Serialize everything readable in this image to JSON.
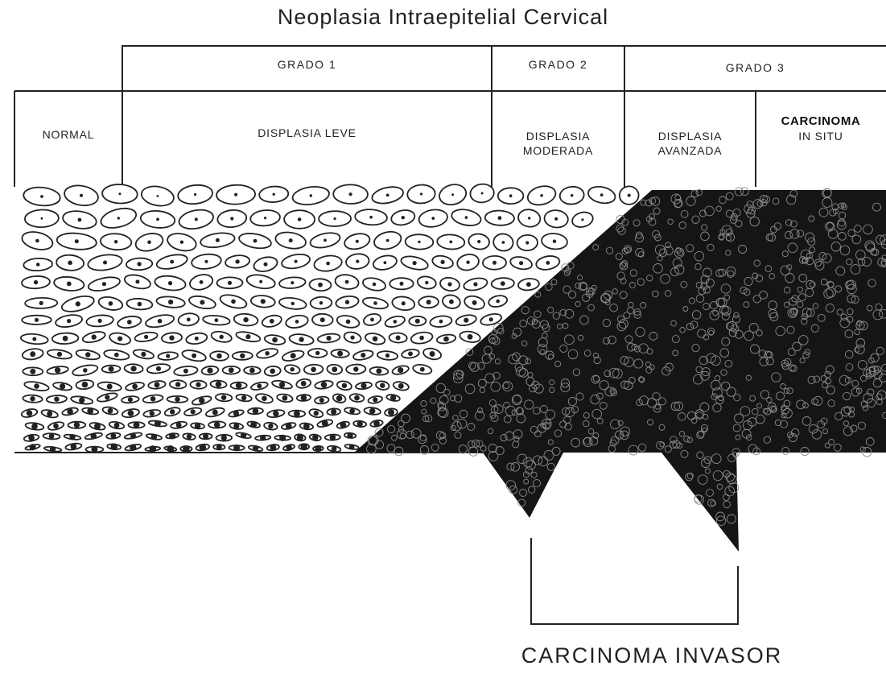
{
  "title": "Neoplasia Intraepitelial Cervical",
  "grades": [
    {
      "label": "GRADO 1"
    },
    {
      "label": "GRADO 2"
    },
    {
      "label": "GRADO 3"
    }
  ],
  "stages": [
    {
      "line1": "NORMAL",
      "line2": ""
    },
    {
      "line1": "DISPLASIA LEVE",
      "line2": ""
    },
    {
      "line1": "DISPLASIA",
      "line2": "MODERADA"
    },
    {
      "line1": "DISPLASIA",
      "line2": "AVANZADA"
    },
    {
      "line1": "CARCINOMA",
      "line2": "IN SITU"
    }
  ],
  "invasive_label": "CARCINOMA INVASOR"
}
